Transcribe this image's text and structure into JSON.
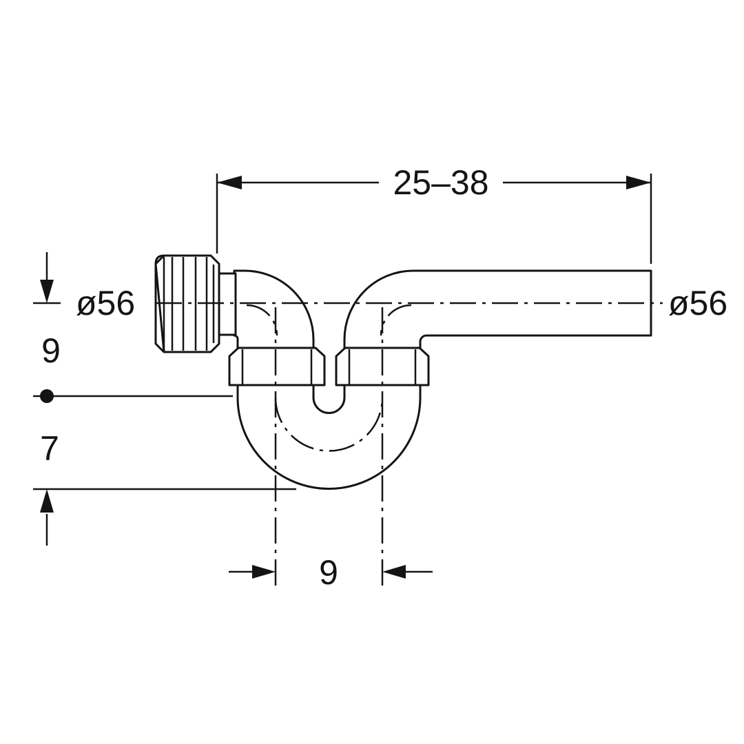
{
  "colors": {
    "line": "#141414",
    "background": "#ffffff"
  },
  "labels": {
    "top_width": "25–38",
    "left_diameter": "ø56",
    "right_diameter": "ø56",
    "dim_left_upper": "9",
    "dim_left_lower": "7",
    "dim_bottom": "9"
  }
}
